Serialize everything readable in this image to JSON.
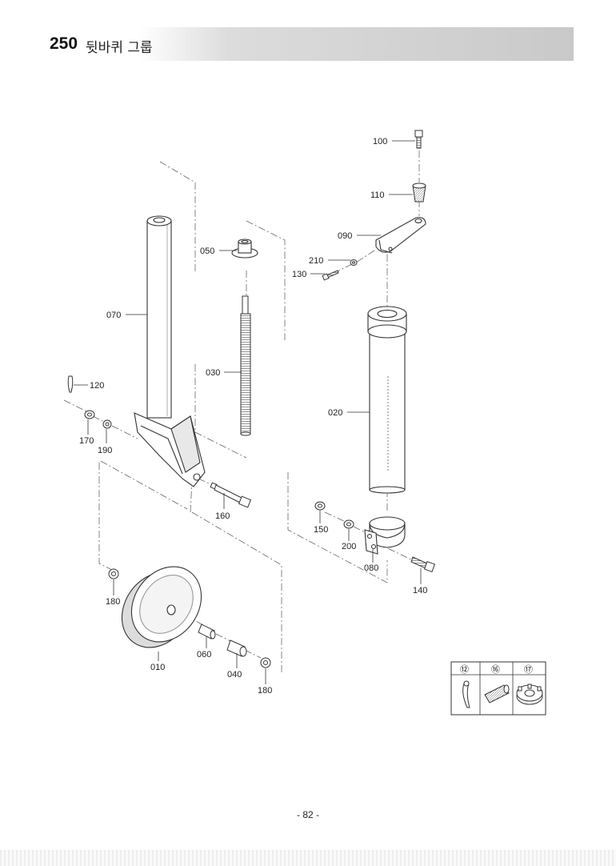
{
  "header": {
    "section_number": "250",
    "title": "뒷바퀴 그룹"
  },
  "callouts": {
    "p100": "100",
    "p110": "110",
    "p090": "090",
    "p050": "050",
    "p210": "210",
    "p130": "130",
    "p070": "070",
    "p030": "030",
    "p120": "120",
    "p020": "020",
    "p170": "170",
    "p190": "190",
    "p160": "160",
    "p150": "150",
    "p200": "200",
    "p080": "080",
    "p140": "140",
    "p180a": "180",
    "p010": "010",
    "p060": "060",
    "p040": "040",
    "p180b": "180"
  },
  "legend": {
    "item_12": "⑫",
    "item_16": "⑯",
    "item_17": "⑰"
  },
  "footer": {
    "page_number": "- 82 -"
  }
}
